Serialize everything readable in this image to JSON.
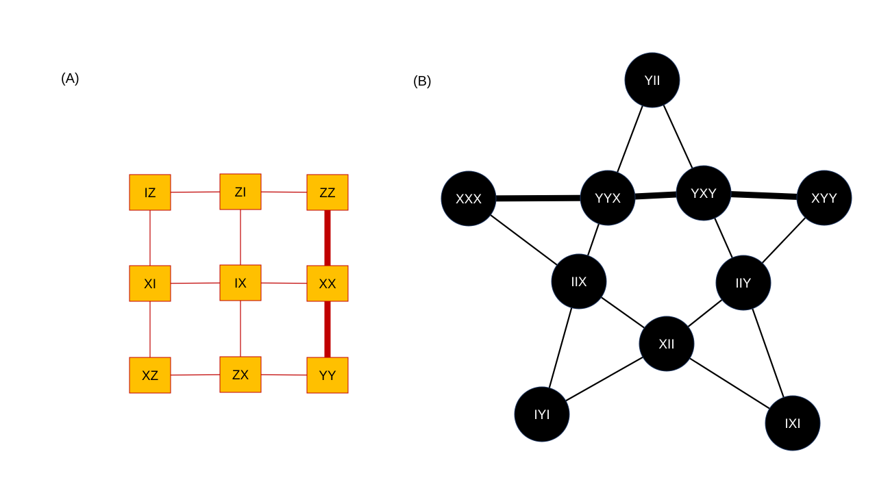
{
  "panel_a": {
    "label": "(A)",
    "node_fill": "#FFC000",
    "node_stroke": "#C00000",
    "edge_color": "#C00000",
    "nodes": [
      {
        "id": "IZ",
        "label": "IZ"
      },
      {
        "id": "ZI",
        "label": "ZI"
      },
      {
        "id": "ZZ",
        "label": "ZZ"
      },
      {
        "id": "XI",
        "label": "XI"
      },
      {
        "id": "IX",
        "label": "IX"
      },
      {
        "id": "XX",
        "label": "XX"
      },
      {
        "id": "XZ",
        "label": "XZ"
      },
      {
        "id": "ZX",
        "label": "ZX"
      },
      {
        "id": "YY",
        "label": "YY"
      }
    ],
    "edges": [
      {
        "from": "IZ",
        "to": "ZI",
        "bold": false
      },
      {
        "from": "ZI",
        "to": "ZZ",
        "bold": false
      },
      {
        "from": "XI",
        "to": "IX",
        "bold": false
      },
      {
        "from": "IX",
        "to": "XX",
        "bold": false
      },
      {
        "from": "XZ",
        "to": "ZX",
        "bold": false
      },
      {
        "from": "ZX",
        "to": "YY",
        "bold": false
      },
      {
        "from": "IZ",
        "to": "XI",
        "bold": false
      },
      {
        "from": "XI",
        "to": "XZ",
        "bold": false
      },
      {
        "from": "ZI",
        "to": "IX",
        "bold": false
      },
      {
        "from": "IX",
        "to": "ZX",
        "bold": false
      },
      {
        "from": "ZZ",
        "to": "XX",
        "bold": true
      },
      {
        "from": "XX",
        "to": "YY",
        "bold": true
      }
    ]
  },
  "panel_b": {
    "label": "(B)",
    "node_fill": "#000000",
    "node_stroke": "#1F3864",
    "text_color": "#FFFFFF",
    "edge_color": "#000000",
    "nodes": [
      {
        "id": "YII",
        "label": "YII"
      },
      {
        "id": "XXX",
        "label": "XXX"
      },
      {
        "id": "YYX",
        "label": "YYX"
      },
      {
        "id": "YXY",
        "label": "YXY"
      },
      {
        "id": "XYY",
        "label": "XYY"
      },
      {
        "id": "IIX",
        "label": "IIX"
      },
      {
        "id": "IIY",
        "label": "IIY"
      },
      {
        "id": "XII",
        "label": "XII"
      },
      {
        "id": "IYI",
        "label": "IYI"
      },
      {
        "id": "IXI",
        "label": "IXI"
      }
    ],
    "edges": [
      {
        "from": "YII",
        "to": "YYX",
        "bold": false
      },
      {
        "from": "YII",
        "to": "YXY",
        "bold": false
      },
      {
        "from": "XXX",
        "to": "YYX",
        "bold": true
      },
      {
        "from": "YYX",
        "to": "YXY",
        "bold": true
      },
      {
        "from": "YXY",
        "to": "XYY",
        "bold": true
      },
      {
        "from": "XXX",
        "to": "IIX",
        "bold": false
      },
      {
        "from": "YYX",
        "to": "IIX",
        "bold": false
      },
      {
        "from": "YXY",
        "to": "IIY",
        "bold": false
      },
      {
        "from": "XYY",
        "to": "IIY",
        "bold": false
      },
      {
        "from": "IIX",
        "to": "XII",
        "bold": false
      },
      {
        "from": "IIY",
        "to": "XII",
        "bold": false
      },
      {
        "from": "IIX",
        "to": "IYI",
        "bold": false
      },
      {
        "from": "IIY",
        "to": "IXI",
        "bold": false
      },
      {
        "from": "XII",
        "to": "IYI",
        "bold": false
      },
      {
        "from": "XII",
        "to": "IXI",
        "bold": false
      }
    ]
  }
}
